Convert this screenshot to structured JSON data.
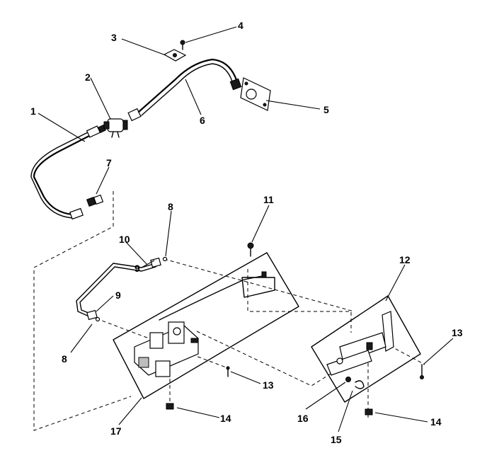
{
  "callouts": {
    "c1": "1",
    "c2": "2",
    "c3": "3",
    "c4": "4",
    "c5": "5",
    "c6": "6",
    "c7": "7",
    "c8a": "8",
    "c8b": "8",
    "c9a": "9",
    "c9b": "9",
    "c10": "10",
    "c11": "11",
    "c12": "12",
    "c13a": "13",
    "c13b": "13",
    "c14a": "14",
    "c14b": "14",
    "c15": "15",
    "c16": "16",
    "c17": "17"
  },
  "colors": {
    "ink": "#000000",
    "background": "#ffffff"
  }
}
